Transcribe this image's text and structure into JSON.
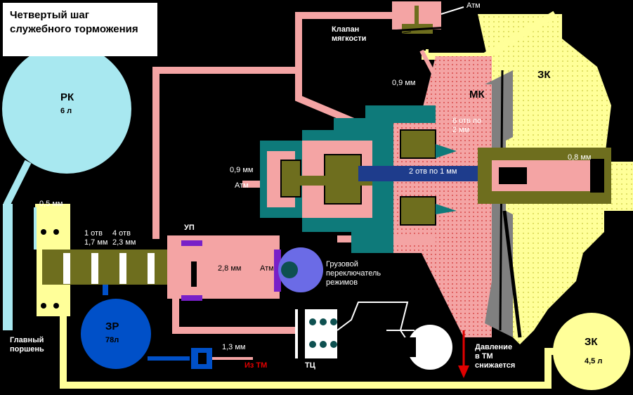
{
  "title_line1": "Четвертый шаг",
  "title_line2": "служебного торможения",
  "labels": {
    "rk_name": "РК",
    "rk_vol": "6 л",
    "zr_name": "ЗР",
    "zr_vol": "78л",
    "zk_name_top": "ЗК",
    "zk_name_bottom": "ЗК",
    "zk_vol": "4,5 л",
    "mk_name": "МК",
    "up_name": "УП",
    "tc_name": "ТЦ",
    "main_piston_1": "Главный",
    "main_piston_2": "поршень",
    "softness_1": "Клапан",
    "softness_2": "мягкости",
    "atm_top": "Атм",
    "atm_left": "Атм",
    "atm_up": "Атм",
    "d_0_5": "0,5 мм",
    "d_1_otv": "1 отв",
    "d_1_7": "1,7 мм",
    "d_4_otv": "4 отв",
    "d_2_3": "2,3 мм",
    "d_0_9_left": "0,9 мм",
    "d_0_9_top": "0,9 мм",
    "d_6_otv_1": "6 отв по",
    "d_6_otv_2": "2 мм",
    "d_2_otv": "2 отв по 1 мм",
    "d_0_8": "0,8 мм",
    "d_2_8": "2,8 мм",
    "d_1_3": "1,3 мм",
    "iz_tm": "Из ТМ",
    "gruz_1": "Грузовой",
    "gruz_2": "переключатель",
    "gruz_3": "режимов",
    "pressure_1": "Давление",
    "pressure_2": "в ТМ",
    "pressure_3": "снижается"
  },
  "colors": {
    "pink": "#F4A4A4",
    "yellow": "#FFFF99",
    "cyan": "#A8E8F0",
    "blue": "#0050C8",
    "olive": "#6E6E1E",
    "teal": "#0E7A7A",
    "purple": "#7820C8",
    "grey": "#808080",
    "red": "#E00000"
  }
}
